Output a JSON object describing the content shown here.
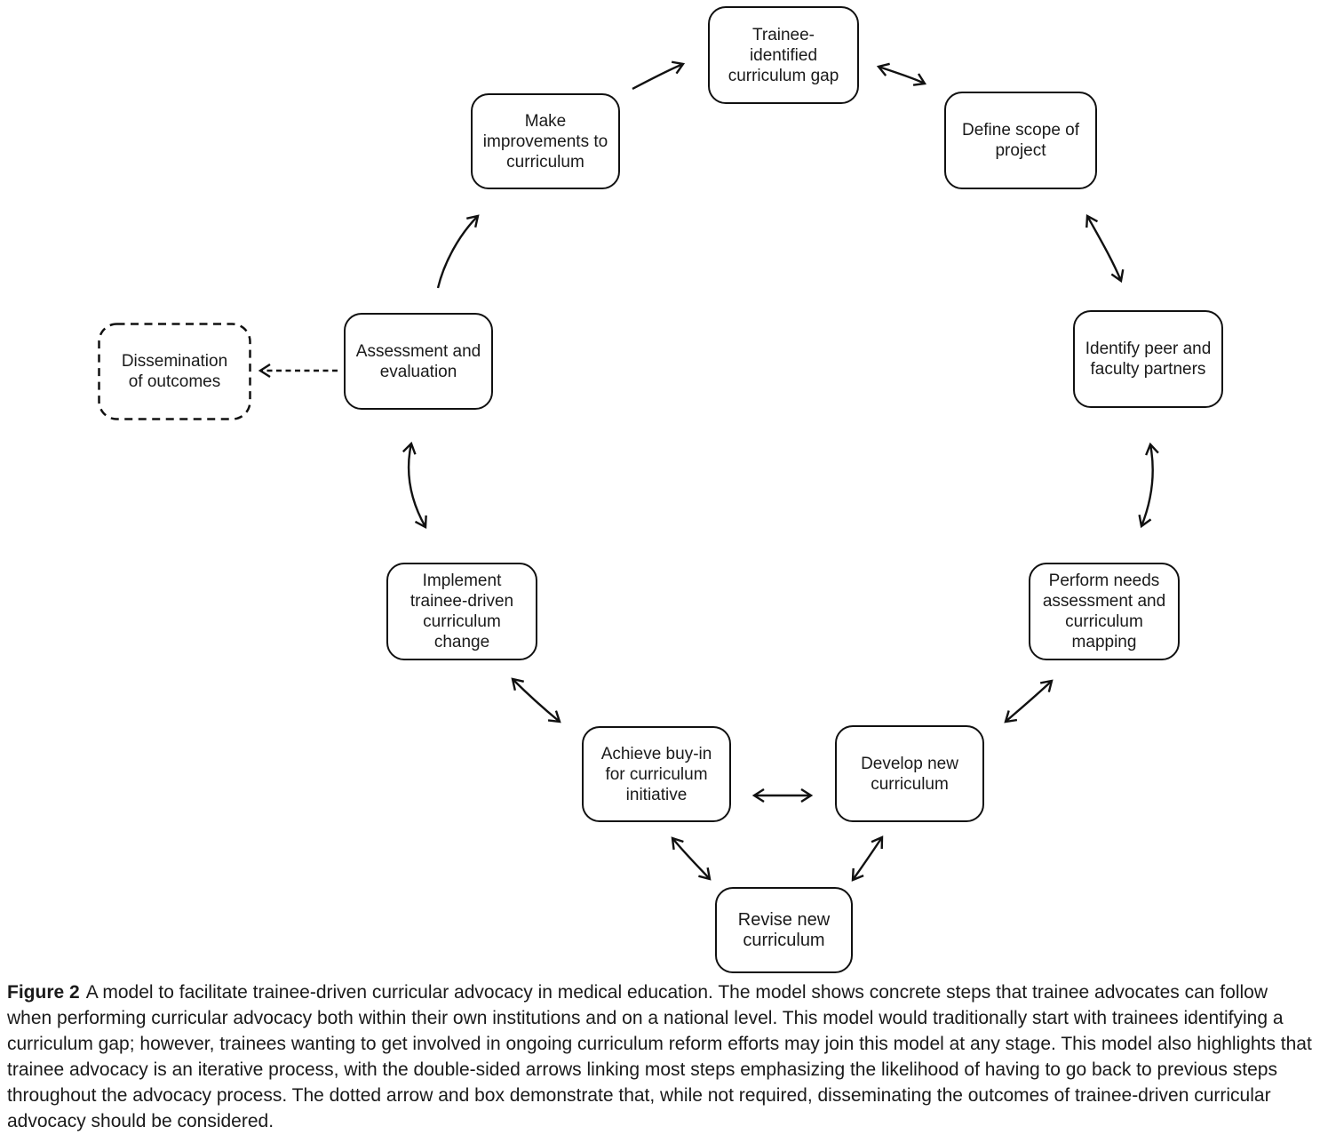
{
  "figure": {
    "colors": {
      "stroke": "#111111",
      "background": "#ffffff",
      "text": "#1a1a1a"
    },
    "nodes": [
      {
        "id": "trainee-identified-curriculum-gap",
        "label": "Trainee-\nidentified\ncurriculum gap",
        "border": "solid"
      },
      {
        "id": "define-scope-of-project",
        "label": "Define scope of\nproject",
        "border": "solid"
      },
      {
        "id": "identify-peer-and-faculty-partners",
        "label": "Identify peer and\nfaculty partners",
        "border": "solid"
      },
      {
        "id": "perform-needs-assessment-and-curriculum-mapping",
        "label": "Perform needs\nassessment and\ncurriculum\nmapping",
        "border": "solid"
      },
      {
        "id": "develop-new-curriculum",
        "label": "Develop new\ncurriculum",
        "border": "solid"
      },
      {
        "id": "revise-new-curriculum",
        "label": "Revise new\ncurriculum",
        "border": "solid"
      },
      {
        "id": "achieve-buy-in-for-curriculum-initiative",
        "label": "Achieve buy-in\nfor curriculum\ninitiative",
        "border": "solid"
      },
      {
        "id": "implement-trainee-driven-curriculum-change",
        "label": "Implement\ntrainee-driven\ncurriculum\nchange",
        "border": "solid"
      },
      {
        "id": "assessment-and-evaluation",
        "label": "Assessment and\nevaluation",
        "border": "solid"
      },
      {
        "id": "make-improvements-to-curriculum",
        "label": "Make\nimprovements to\ncurriculum",
        "border": "solid"
      },
      {
        "id": "dissemination-of-outcomes",
        "label": "Dissemination\nof outcomes",
        "border": "dashed"
      }
    ],
    "edges": [
      {
        "from": "make-improvements-to-curriculum",
        "to": "trainee-identified-curriculum-gap",
        "arrow": "single"
      },
      {
        "from": "trainee-identified-curriculum-gap",
        "to": "define-scope-of-project",
        "arrow": "double"
      },
      {
        "from": "define-scope-of-project",
        "to": "identify-peer-and-faculty-partners",
        "arrow": "double"
      },
      {
        "from": "identify-peer-and-faculty-partners",
        "to": "perform-needs-assessment-and-curriculum-mapping",
        "arrow": "double"
      },
      {
        "from": "perform-needs-assessment-and-curriculum-mapping",
        "to": "develop-new-curriculum",
        "arrow": "double"
      },
      {
        "from": "achieve-buy-in-for-curriculum-initiative",
        "to": "develop-new-curriculum",
        "arrow": "double"
      },
      {
        "from": "develop-new-curriculum",
        "to": "revise-new-curriculum",
        "arrow": "double"
      },
      {
        "from": "achieve-buy-in-for-curriculum-initiative",
        "to": "revise-new-curriculum",
        "arrow": "double"
      },
      {
        "from": "implement-trainee-driven-curriculum-change",
        "to": "achieve-buy-in-for-curriculum-initiative",
        "arrow": "double"
      },
      {
        "from": "implement-trainee-driven-curriculum-change",
        "to": "assessment-and-evaluation",
        "arrow": "double"
      },
      {
        "from": "assessment-and-evaluation",
        "to": "make-improvements-to-curriculum",
        "arrow": "single"
      },
      {
        "from": "assessment-and-evaluation",
        "to": "dissemination-of-outcomes",
        "arrow": "dashed-single"
      }
    ]
  },
  "caption": {
    "label": "Figure 2",
    "text": "A model to facilitate trainee-driven curricular advocacy in medical education. The model shows concrete steps that trainee advocates can follow when performing curricular advocacy both within their own institutions and on a national level. This model would traditionally start with trainees identifying a curriculum gap; however, trainees wanting to get involved in ongoing curriculum reform efforts may join this model at any stage. This model also highlights that trainee advocacy is an iterative process, with the double-sided arrows linking most steps emphasizing the likelihood of having to go back to previous steps throughout the advocacy process. The dotted arrow and box demonstrate that, while not required, disseminating the outcomes of trainee-driven curricular advocacy should be considered."
  }
}
